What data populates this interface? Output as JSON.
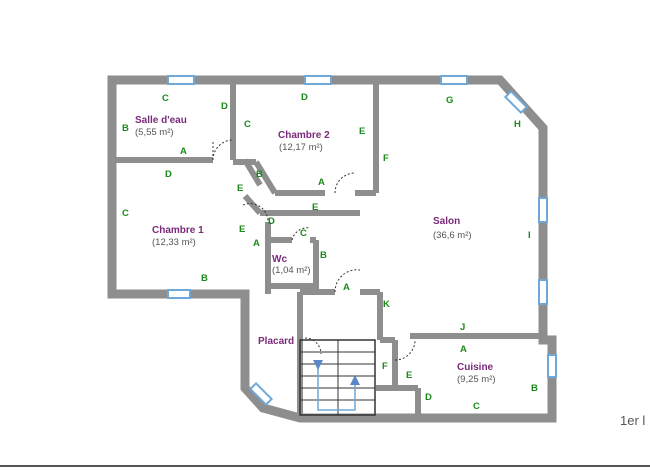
{
  "plan": {
    "floor_label": "1er l",
    "colors": {
      "wall": "#8e8e8e",
      "room_name": "#7a2a7a",
      "wall_letter": "#1a8a1a",
      "area": "#555555",
      "window": "#6fa8d8"
    },
    "rooms": [
      {
        "id": "salle-deau",
        "name": "Salle d'eau",
        "area": "(5,55 m²)"
      },
      {
        "id": "chambre-2",
        "name": "Chambre 2",
        "area": "(12,17 m²)"
      },
      {
        "id": "chambre-1",
        "name": "Chambre 1",
        "area": "(12,33 m²)"
      },
      {
        "id": "salon",
        "name": "Salon",
        "area": "(36,6 m²)"
      },
      {
        "id": "wc",
        "name": "Wc",
        "area": "(1,04 m²)"
      },
      {
        "id": "placard",
        "name": "Placard",
        "area": ""
      },
      {
        "id": "cuisine",
        "name": "Cuisine",
        "area": "(9,25 m²)"
      }
    ],
    "wall_letters": [
      "C",
      "D",
      "B",
      "C",
      "A",
      "D",
      "C",
      "E",
      "D",
      "A",
      "B",
      "F",
      "E",
      "E",
      "G",
      "H",
      "D",
      "C",
      "E",
      "B",
      "C",
      "A",
      "D",
      "B",
      "I",
      "K",
      "A",
      "J",
      "A",
      "F",
      "E",
      "B",
      "D",
      "C"
    ]
  }
}
